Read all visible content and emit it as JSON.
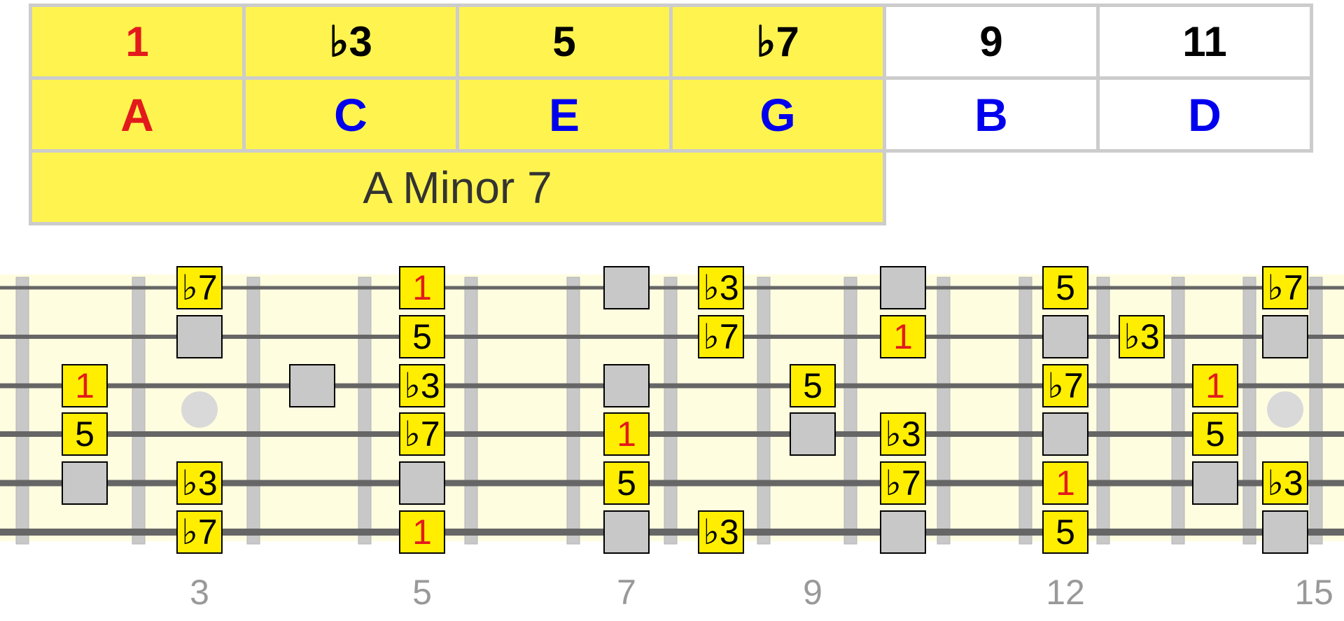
{
  "chord": {
    "name": "A Minor 7",
    "columns": [
      {
        "interval": "1",
        "note": "A",
        "in_chord": true,
        "interval_color": "#e31a1c",
        "note_color": "#e31a1c"
      },
      {
        "interval": "♭3",
        "note": "C",
        "in_chord": true,
        "interval_color": "#000000",
        "note_color": "#0000ee"
      },
      {
        "interval": "5",
        "note": "E",
        "in_chord": true,
        "interval_color": "#000000",
        "note_color": "#0000ee"
      },
      {
        "interval": "♭7",
        "note": "G",
        "in_chord": true,
        "interval_color": "#000000",
        "note_color": "#0000ee"
      },
      {
        "interval": "9",
        "note": "B",
        "in_chord": false,
        "interval_color": "#000000",
        "note_color": "#0000ee"
      },
      {
        "interval": "11",
        "note": "D",
        "in_chord": false,
        "interval_color": "#000000",
        "note_color": "#0000ee"
      }
    ]
  },
  "colors": {
    "highlight": "#fff44f",
    "fretboard_bg": "#fffde0",
    "string": "#666666",
    "fret": "#c8c8c8",
    "root_text": "#e31a1c",
    "chord_marker": "#ffee00",
    "scale_marker": "#c8c8c8",
    "inlay": "#d9d9d9",
    "fret_number_text": "#999999"
  },
  "fret_numbers": [
    {
      "fret": 3,
      "label": "3"
    },
    {
      "fret": 5,
      "label": "5"
    },
    {
      "fret": 7,
      "label": "7"
    },
    {
      "fret": 9,
      "label": "9"
    },
    {
      "fret": 12,
      "label": "12"
    },
    {
      "fret": 15,
      "label": "15"
    }
  ],
  "markers": [
    {
      "fret": 3,
      "string": 1,
      "type": "chord",
      "label": "♭7"
    },
    {
      "fret": 3,
      "string": 2,
      "type": "scale",
      "label": ""
    },
    {
      "fret": 3,
      "string": 5,
      "type": "chord",
      "label": "♭3"
    },
    {
      "fret": 3,
      "string": 6,
      "type": "chord",
      "label": "♭7"
    },
    {
      "fret": 5,
      "string": 1,
      "type": "chord",
      "label": "1",
      "root": true
    },
    {
      "fret": 5,
      "string": 2,
      "type": "chord",
      "label": "5"
    },
    {
      "fret": 5,
      "string": 3,
      "type": "chord",
      "label": "♭3"
    },
    {
      "fret": 5,
      "string": 4,
      "type": "chord",
      "label": "♭7"
    },
    {
      "fret": 5,
      "string": 5,
      "type": "scale",
      "label": ""
    },
    {
      "fret": 5,
      "string": 6,
      "type": "chord",
      "label": "1",
      "root": true
    },
    {
      "fret": 7,
      "string": 1,
      "type": "scale",
      "label": ""
    },
    {
      "fret": 7,
      "string": 3,
      "type": "scale",
      "label": ""
    },
    {
      "fret": 7,
      "string": 4,
      "type": "chord",
      "label": "1",
      "root": true
    },
    {
      "fret": 7,
      "string": 5,
      "type": "chord",
      "label": "5"
    },
    {
      "fret": 7,
      "string": 6,
      "type": "scale",
      "label": ""
    },
    {
      "fret": 8,
      "string": 1,
      "type": "chord",
      "label": "♭3"
    },
    {
      "fret": 8,
      "string": 2,
      "type": "chord",
      "label": "♭7"
    },
    {
      "fret": 8,
      "string": 6,
      "type": "chord",
      "label": "♭3"
    },
    {
      "fret": 9,
      "string": 3,
      "type": "chord",
      "label": "5"
    },
    {
      "fret": 9,
      "string": 4,
      "type": "scale",
      "label": ""
    },
    {
      "fret": 10,
      "string": 1,
      "type": "scale",
      "label": ""
    },
    {
      "fret": 10,
      "string": 2,
      "type": "chord",
      "label": "1",
      "root": true
    },
    {
      "fret": 10,
      "string": 4,
      "type": "chord",
      "label": "♭3"
    },
    {
      "fret": 10,
      "string": 5,
      "type": "chord",
      "label": "♭7"
    },
    {
      "fret": 10,
      "string": 6,
      "type": "scale",
      "label": ""
    },
    {
      "fret": 12,
      "string": 1,
      "type": "chord",
      "label": "5"
    },
    {
      "fret": 12,
      "string": 2,
      "type": "scale",
      "label": ""
    },
    {
      "fret": 12,
      "string": 3,
      "type": "chord",
      "label": "♭7"
    },
    {
      "fret": 12,
      "string": 4,
      "type": "scale",
      "label": ""
    },
    {
      "fret": 12,
      "string": 5,
      "type": "chord",
      "label": "1",
      "root": true
    },
    {
      "fret": 12,
      "string": 6,
      "type": "chord",
      "label": "5"
    },
    {
      "fret": 13,
      "string": 2,
      "type": "chord",
      "label": "♭3"
    },
    {
      "fret": 14,
      "string": 3,
      "type": "chord",
      "label": "1",
      "root": true
    },
    {
      "fret": 14,
      "string": 4,
      "type": "chord",
      "label": "5"
    },
    {
      "fret": 14,
      "string": 5,
      "type": "scale",
      "label": ""
    },
    {
      "fret": 15,
      "string": 1,
      "type": "chord",
      "label": "♭7"
    },
    {
      "fret": 15,
      "string": 2,
      "type": "scale",
      "label": ""
    },
    {
      "fret": 15,
      "string": 5,
      "type": "chord",
      "label": "♭3"
    },
    {
      "fret": 15,
      "string": 6,
      "type": "scale",
      "label": ""
    },
    {
      "fret": 2,
      "string": 3,
      "type": "chord",
      "label": "1",
      "root": true
    },
    {
      "fret": 2,
      "string": 4,
      "type": "chord",
      "label": "5"
    },
    {
      "fret": 2,
      "string": 5,
      "type": "scale",
      "label": ""
    },
    {
      "fret": 4,
      "string": 3,
      "type": "scale",
      "label": ""
    }
  ],
  "inlays": [
    3,
    15
  ]
}
